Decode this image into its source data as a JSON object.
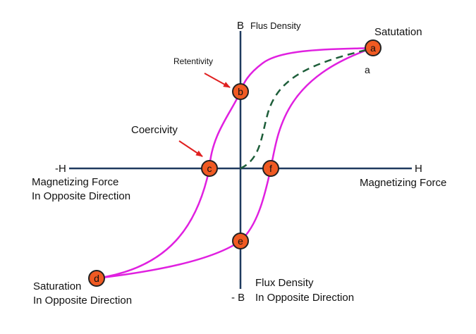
{
  "axes": {
    "b_positive": "B",
    "b_positive_desc": "Flus Density",
    "b_negative": "- B",
    "b_negative_desc_1": "Flux Density",
    "b_negative_desc_2": "In Opposite Direction",
    "h_positive": "H",
    "h_positive_desc": "Magnetizing Force",
    "h_negative": "-H",
    "h_negative_desc_1": "Magnetizing Force",
    "h_negative_desc_2": "In Opposite Direction"
  },
  "annotations": {
    "saturation": "Satutation",
    "saturation_extra": "a",
    "retentivity": "Retentivity",
    "coercivity": "Coercivity",
    "saturation_opposite_1": "Saturation",
    "saturation_opposite_2": "In Opposite Direction"
  },
  "points": {
    "a": "a",
    "b": "b",
    "c": "c",
    "d": "d",
    "e": "e",
    "f": "f"
  },
  "colors": {
    "axis": "#1f3a5f",
    "loop": "#e020e0",
    "initial_curve": "#1e5e3a",
    "point_fill": "#f05a22",
    "point_stroke": "#222222",
    "arrow": "#e02020"
  }
}
